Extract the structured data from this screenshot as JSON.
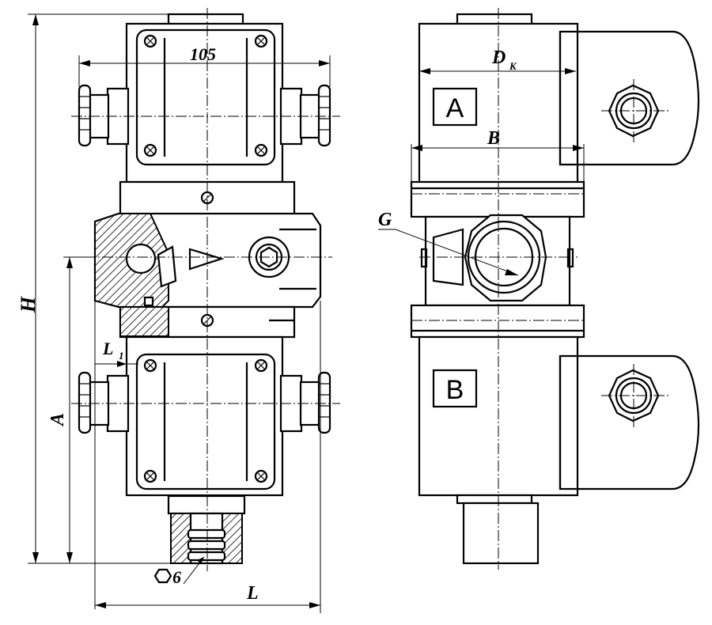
{
  "labels": {
    "dim_105": "105",
    "dim_dk": "D",
    "dim_dk_sub": "K",
    "dim_b": "B",
    "dim_g": "G",
    "dim_h": "H",
    "dim_a": "A",
    "dim_l1": "L",
    "dim_l1_sub": "1",
    "dim_l": "L",
    "dim_hex": "6",
    "coil_a": "A",
    "coil_b": "B"
  }
}
